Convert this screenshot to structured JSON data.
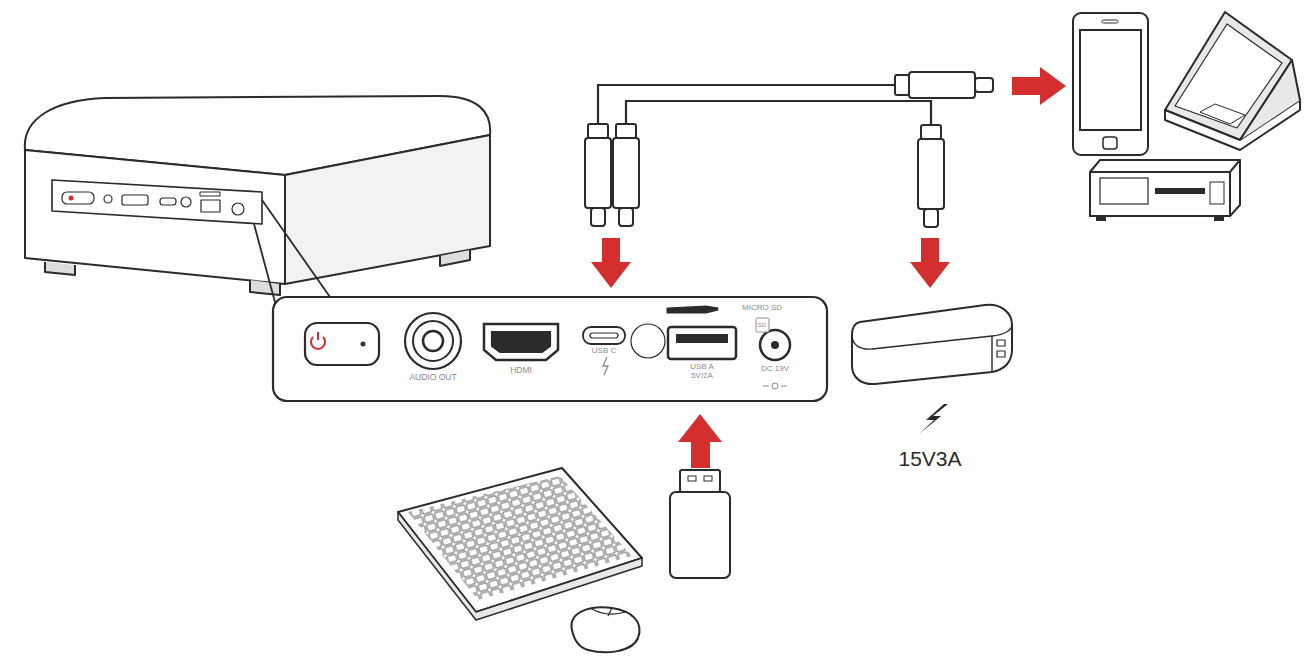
{
  "diagram": {
    "labels": [
      "AUDIO OUT",
      "HDMI",
      "USB C",
      "USB A 5V/2A",
      "MICRO SD",
      "SD",
      "DC 19V",
      "15V3A"
    ]
  }
}
